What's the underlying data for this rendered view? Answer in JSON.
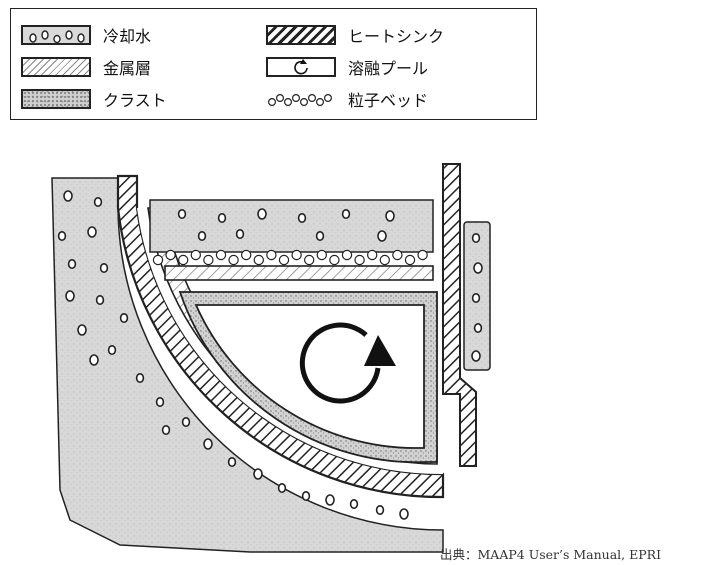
{
  "legend": {
    "items": [
      {
        "label": "冷却水",
        "pattern": "coolant-water"
      },
      {
        "label": "金属層",
        "pattern": "metal-layer"
      },
      {
        "label": "クラスト",
        "pattern": "crust"
      },
      {
        "label": "ヒートシンク",
        "pattern": "heat-sink"
      },
      {
        "label": "溶融プール",
        "pattern": "molten-pool"
      },
      {
        "label": "粒子ベッド",
        "pattern": "particle-bed"
      }
    ]
  },
  "source": "出典：MAAP4 User’s Manual, EPRI",
  "colors": {
    "stroke": "#222222",
    "coolant_fill": "#d6d6d6",
    "crust_fill": "#cccccc",
    "background": "#ffffff"
  }
}
